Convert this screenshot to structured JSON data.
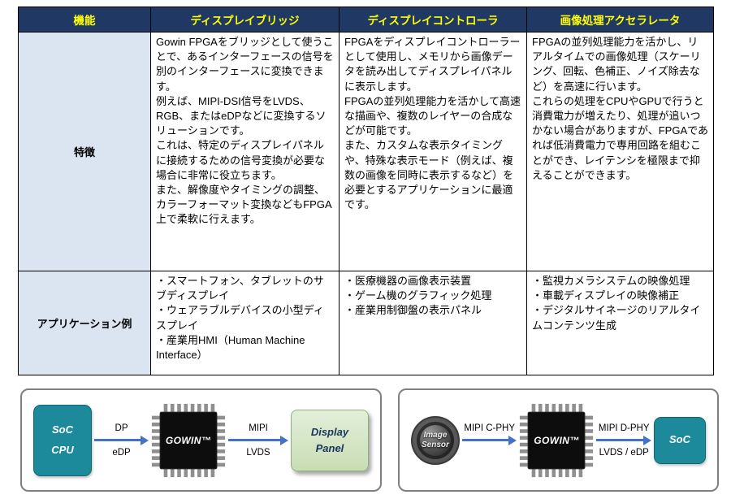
{
  "table": {
    "headers": {
      "col0": "機能",
      "col1": "ディスプレイブリッジ",
      "col2": "ディスプレイコントローラ",
      "col3": "画像処理アクセラレータ"
    },
    "features": {
      "label": "特徴",
      "bridge": "Gowin FPGAをブリッジとして使うことで、あるインターフェースの信号を別のインターフェースに変換できます。\n例えば、MIPI-DSI信号をLVDS、RGB、またはeDPなどに変換するソリューションです。\nこれは、特定のディスプレイパネルに接続するための信号変換が必要な場合に非常に役立ちます。\nまた、解像度やタイミングの調整、カラーフォーマット変換などもFPGA上で柔軟に行えます。",
      "controller": "FPGAをディスプレイコントローラーとして使用し、メモリから画像データを読み出してディスプレイパネルに表示します。\nFPGAの並列処理能力を活かして高速な描画や、複数のレイヤーの合成などが可能です。\nまた、カスタムな表示タイミングや、特殊な表示モード（例えば、複数の画像を同時に表示するなど）を必要とするアプリケーションに最適です。",
      "accelerator": "FPGAの並列処理能力を活かし、リアルタイムでの画像処理（スケーリング、回転、色補正、ノイズ除去など）を高速に行います。\nこれらの処理をCPUやGPUで行うと消費電力が増えたり、処理が追いつかない場合がありますが、FPGAであれば低消費電力で専用回路を組むことができ、レイテンシを極限まで抑えることができます。"
    },
    "applications": {
      "label": "アプリケーション例",
      "bridge": "・スマートフォン、タブレットのサブディスプレイ\n・ウェアラブルデバイスの小型ディスプレイ\n・産業用HMI（Human Machine Interface）",
      "controller": "・医療機器の画像表示装置\n・ゲーム機のグラフィック処理\n・産業用制御盤の表示パネル",
      "accelerator": "・監視カメラシステムの映像処理\n・車載ディスプレイの映像補正\n・デジタルサイネージのリアルタイムコンテンツ生成"
    }
  },
  "diagrams": {
    "left": {
      "source": "SoC\nCPU",
      "link1_top": "DP",
      "link1_bottom": "eDP",
      "chip": "GOWIN™",
      "link2_top": "MIPI",
      "link2_bottom": "LVDS",
      "target": "Display\nPanel"
    },
    "right": {
      "source": "Image\nSensor",
      "link1_top": "MIPI C-PHY",
      "link1_bottom": "",
      "chip": "GOWIN™",
      "link2_top": "MIPI D-PHY",
      "link2_bottom": "LVDS / eDP",
      "target": "SoC"
    }
  },
  "icons": {
    "gowin_chip": "black IC package with gray pins",
    "image_sensor": "camera lens circle",
    "arrow": "blue right arrow"
  },
  "colors": {
    "header_bg": "#1F3864",
    "header_text": "#FFFF00",
    "label_cell_bg": "#DBE5F1",
    "table_border": "#000000",
    "arrow_blue": "#4472C4",
    "soc_teal": "#1D8A9C",
    "panel_green": "#C9DDB4",
    "chip_black": "#0D0D0D"
  }
}
